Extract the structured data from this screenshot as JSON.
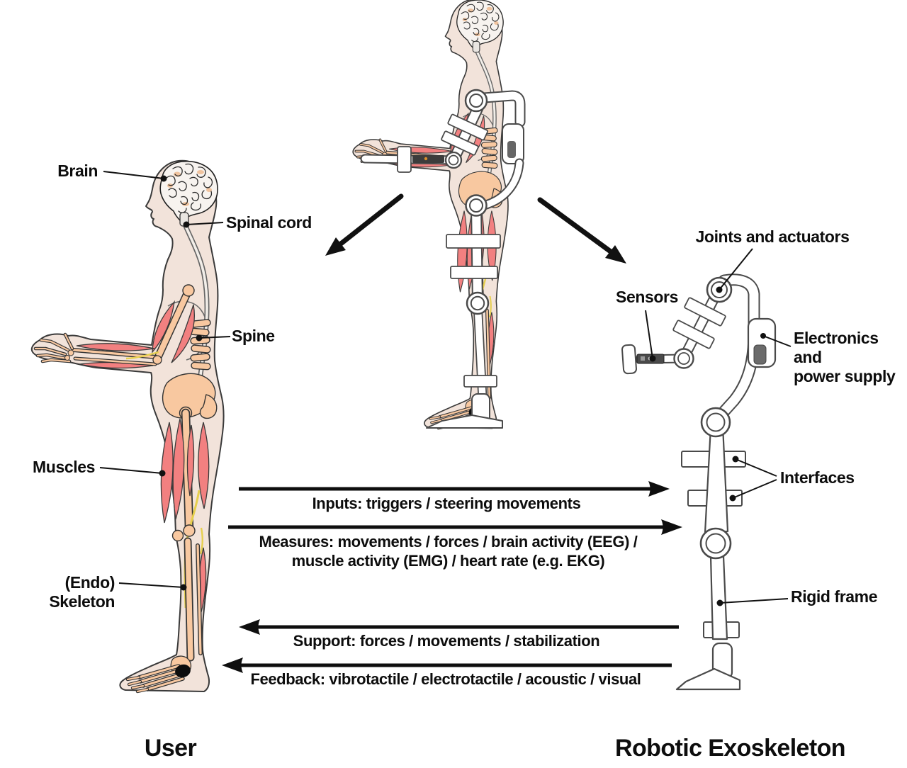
{
  "diagram": {
    "titles": {
      "user": "User",
      "exoskeleton": "Robotic Exoskeleton"
    },
    "user_labels": {
      "brain": "Brain",
      "spinal_cord": "Spinal cord",
      "spine": "Spine",
      "muscles": "Muscles",
      "endo_skeleton": "(Endo) Skeleton"
    },
    "exo_labels": {
      "joints": "Joints and actuators",
      "sensors": "Sensors",
      "electronics": "Electronics and\npower supply",
      "interfaces": "Interfaces",
      "rigid_frame": "Rigid frame"
    },
    "flows": {
      "inputs": "Inputs: triggers / steering movements",
      "measures": "Measures: movements / forces / brain activity (EEG) /\nmuscle activity (EMG) / heart rate (e.g. EKG)",
      "support": "Support: forces / movements / stabilization",
      "feedback": "Feedback: vibrotactile / electrotactile / acoustic / visual"
    },
    "colors": {
      "skin": "#F2E3DA",
      "muscle": "#F28080",
      "bone": "#F8C8A0",
      "nerve": "#E6CF4E",
      "ink": "#0D0D0D",
      "exo_outline": "#4A4A4A"
    }
  }
}
